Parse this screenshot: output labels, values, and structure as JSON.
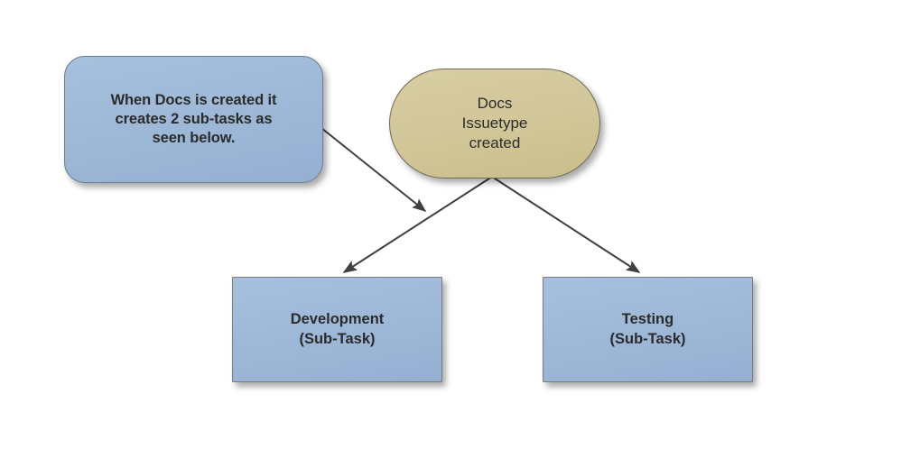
{
  "diagram": {
    "background_color": "#ffffff",
    "nodes": {
      "note": {
        "text": "When Docs is created it\ncreates 2 sub-tasks as\nseen below.",
        "shape": "rounded-rectangle",
        "fill_color": "#9cb7d6",
        "border_color": "#6f7f92",
        "text_color": "#2b2b2b"
      },
      "trigger": {
        "text": "Docs\nIssuetype\ncreated",
        "shape": "stadium",
        "fill_color": "#d1c698",
        "border_color": "#6f6a52",
        "text_color": "#2b2b2b"
      },
      "development": {
        "text": "Development\n(Sub-Task)",
        "shape": "rectangle",
        "fill_color": "#9cb7d6",
        "border_color": "#7b7b7b",
        "text_color": "#2b2b2b"
      },
      "testing": {
        "text": "Testing\n(Sub-Task)",
        "shape": "rectangle",
        "fill_color": "#9cb7d6",
        "border_color": "#7b7b7b",
        "text_color": "#2b2b2b"
      }
    },
    "edges": [
      {
        "name": "note-to-branch",
        "from": "note",
        "to": "branch-point",
        "label": "",
        "style": "solid",
        "color": "#404040",
        "arrowhead": "filled-triangle"
      },
      {
        "name": "trigger-to-development",
        "from": "trigger",
        "to": "development",
        "label": "",
        "style": "solid",
        "color": "#404040",
        "arrowhead": "filled-triangle"
      },
      {
        "name": "trigger-to-testing",
        "from": "trigger",
        "to": "testing",
        "label": "",
        "style": "solid",
        "color": "#404040",
        "arrowhead": "filled-triangle"
      }
    ]
  }
}
